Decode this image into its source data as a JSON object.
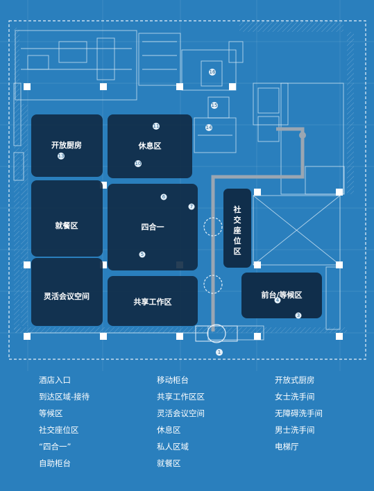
{
  "plan": {
    "zones": {
      "open_kitchen": "开放厨房",
      "lounge": "休息区",
      "dining": "就餐区",
      "four_in_one": "四合一",
      "flexible_meeting": "灵活会议空间",
      "coworking": "共享工作区",
      "social_seating": [
        "社",
        "交",
        "座",
        "位",
        "区"
      ],
      "front_desk": "前台/等候区"
    },
    "markers": {
      "m1": "1",
      "m3": "3",
      "m4": "4",
      "m5": "5",
      "m6": "6",
      "m7": "7",
      "m10": "10",
      "m11": "11",
      "m13": "13",
      "m14": "14",
      "m15": "15",
      "m16": "16"
    }
  },
  "legend": {
    "col1": [
      "酒店入口",
      "到达区域-接待",
      "等候区",
      "社交座位区",
      "“四合一”",
      "自助柜台"
    ],
    "col2": [
      "移动柜台",
      "共享工作区区",
      "灵活会议空间",
      "休息区",
      "私人区域",
      "就餐区"
    ],
    "col3": [
      "开放式厨房",
      "女士洗手间",
      "无障碍洗手间",
      "男士洗手间",
      "电梯厅"
    ]
  },
  "colors": {
    "background": "#2a7fbd",
    "zone_fill": "#0f2a44",
    "walkway": "#9aa6b2",
    "lines": "#cfe3f3"
  }
}
